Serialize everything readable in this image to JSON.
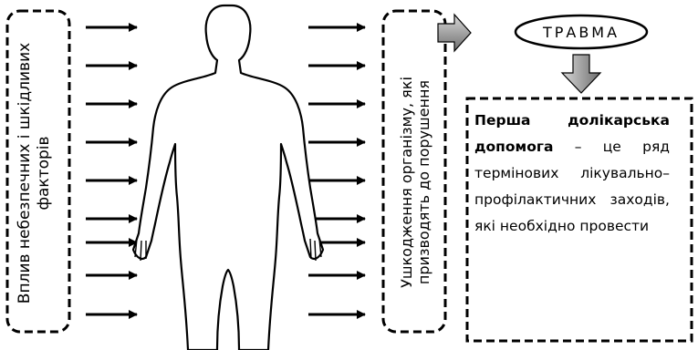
{
  "diagram": {
    "left_box_text": "Вплив небезпечних і шкідливих факторів",
    "right_box_text": "Ушкодження організму, які призводять до порушення",
    "trauma_label": "ТРАВМА",
    "definition_term": "Перша долікарська допомога",
    "definition_text": " – це ряд термінових лікувально–профілактичних заходів, які необхідно провести"
  }
}
